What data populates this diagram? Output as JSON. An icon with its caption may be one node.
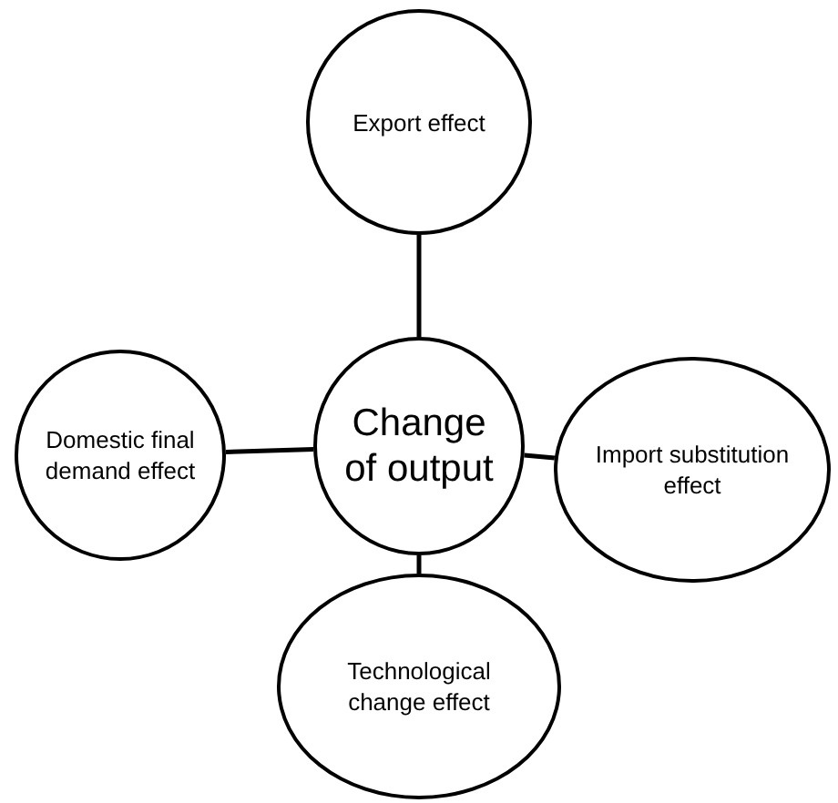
{
  "diagram": {
    "nodes": [
      {
        "text": [
          "Change of output"
        ]
      },
      {
        "text": [
          "Export effect"
        ]
      },
      {
        "text": [
          "Domestic final demand effect"
        ]
      },
      {
        "text": [
          "Import substitution effect"
        ]
      },
      {
        "text": [
          "Technological change effect"
        ]
      }
    ],
    "edges": [
      {
        "from": 0,
        "to": 1,
        "arrow": "none"
      },
      {
        "from": 0,
        "to": 2,
        "arrow": "none"
      },
      {
        "from": 0,
        "to": 3,
        "arrow": "none"
      },
      {
        "from": 0,
        "to": 4,
        "arrow": "none"
      }
    ]
  }
}
